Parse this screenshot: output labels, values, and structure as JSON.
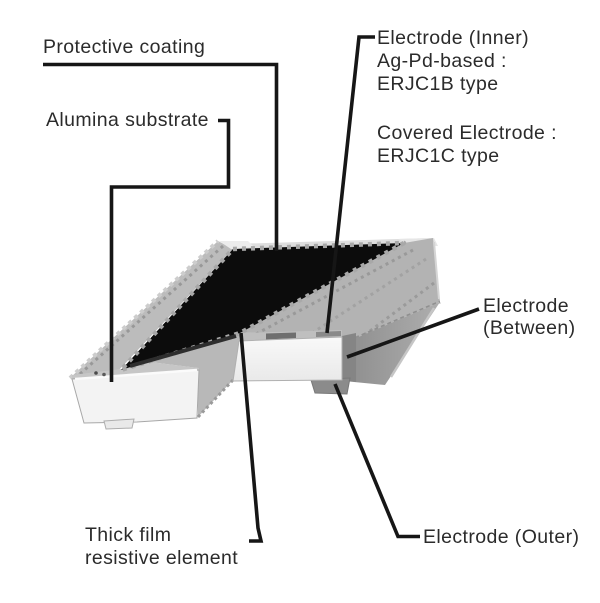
{
  "figure": {
    "description": "Chip resistor construction cutaway diagram",
    "labels": {
      "protective_coating": "Protective coating",
      "alumina_substrate": "Alumina substrate",
      "electrode_inner": {
        "line1": "Electrode (Inner)",
        "line2": "Ag-Pd-based :",
        "line3": "ERJC1B type"
      },
      "covered_electrode": {
        "line1": "Covered Electrode :",
        "line2": "ERJC1C type"
      },
      "electrode_between": {
        "line1": "Electrode",
        "line2": "(Between)"
      },
      "thick_film": {
        "line1": "Thick film",
        "line2": "resistive element"
      },
      "electrode_outer": "Electrode (Outer)"
    },
    "colors": {
      "background": "#ffffff",
      "leader_line": "#161616",
      "text": "#2b2b2b",
      "coating_black": "#0c0c0c",
      "substrate_white": "#f3f3f3",
      "rim_gray": "#bcbcbc",
      "bevel_gray": "#b3b3b3",
      "step_face_gray": "#b8b8b8",
      "end_face_gray": "#9e9e9e",
      "between_band_gray": "#858585",
      "outer_bump_gray": "#8b8b8b"
    }
  }
}
